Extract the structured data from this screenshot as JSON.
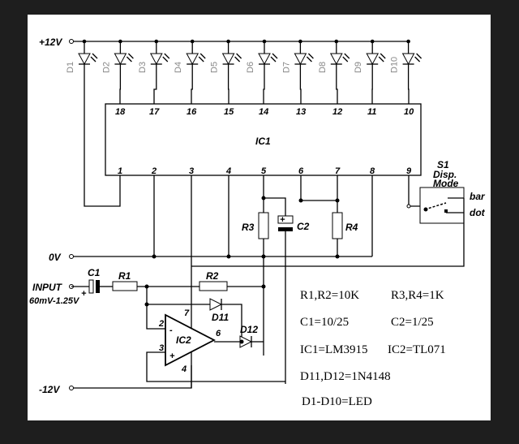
{
  "rails": {
    "v_plus": "+12V",
    "v_zero": "0V",
    "v_minus": "-12V",
    "input": "INPUT",
    "input_range": "60mV-1.25V"
  },
  "ic1": {
    "name": "IC1",
    "top_pins": [
      "18",
      "17",
      "16",
      "15",
      "14",
      "13",
      "12",
      "11",
      "10"
    ],
    "bottom_pins": [
      "1",
      "2",
      "3",
      "4",
      "5",
      "6",
      "7",
      "8",
      "9"
    ]
  },
  "leds": [
    "D1",
    "D2",
    "D3",
    "D4",
    "D5",
    "D6",
    "D7",
    "D8",
    "D9",
    "D10"
  ],
  "switch": {
    "name": "S1",
    "title_line1": "Disp.",
    "title_line2": "Mode",
    "opt_bar": "bar",
    "opt_dot": "dot"
  },
  "parts": {
    "r1": "R1",
    "r2": "R2",
    "r3": "R3",
    "r4": "R4",
    "c1": "C1",
    "c2": "C2",
    "ic2": "IC2",
    "d11": "D11",
    "d12": "D12",
    "plus": "+",
    "minus": "-"
  },
  "ic2_pins": {
    "p2": "2",
    "p3": "3",
    "p4": "4",
    "p6": "6",
    "p7": "7"
  },
  "notes": [
    "R1,R2=10K",
    "R3,R4=1K",
    "C1=10/25",
    "C2=1/25",
    "IC1=LM3915",
    "IC2=TL071",
    "D11,D12=1N4148",
    "D1-D10=LED"
  ],
  "colors": {
    "background": "#1e1e1e",
    "sheet": "#ffffff",
    "ink": "#000000",
    "led_label": "#888888"
  }
}
